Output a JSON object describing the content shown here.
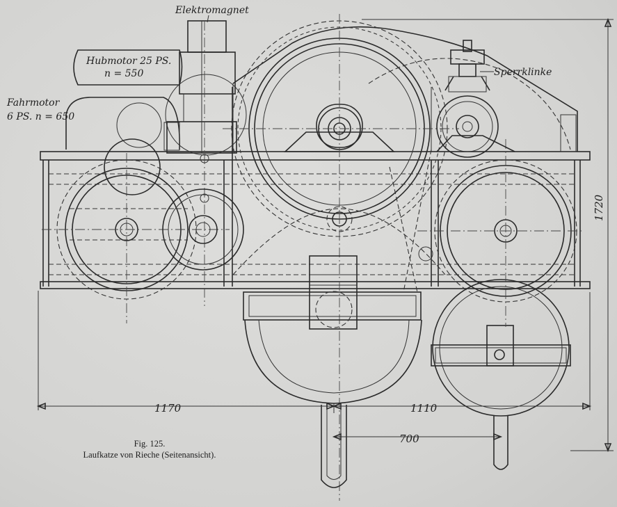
{
  "labels": {
    "elektromagnet": "Elektromagnet",
    "hubmotor_line1": "Hubmotor 25 PS.",
    "hubmotor_line2": "n = 550",
    "fahrmotor_line1": "Fahrmotor",
    "fahrmotor_line2": "6 PS. n = 650",
    "sperrklinke": "Sperrklinke"
  },
  "dimensions": {
    "left_span": "1170",
    "right_span": "1110",
    "hook_spacing": "700",
    "height": "1720"
  },
  "caption": {
    "figure": "Fig. 125.",
    "title": "Laufkatze von Rieche (Seitenansicht)."
  }
}
